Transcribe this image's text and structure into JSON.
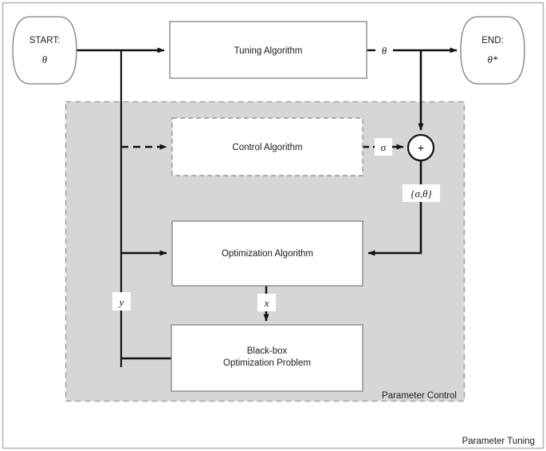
{
  "diagram": {
    "title_outer": "Parameter Tuning",
    "title_region": "Parameter Control",
    "nodes": {
      "start": {
        "line1": "START:",
        "line2": "θ"
      },
      "end": {
        "line1": "END:",
        "line2": "θ*"
      },
      "tuning": {
        "label": "Tuning Algorithm"
      },
      "control": {
        "label": "Control Algorithm"
      },
      "optimization": {
        "label": "Optimization Algorithm"
      },
      "blackbox": {
        "line1": "Black-box",
        "line2": "Optimization Problem"
      },
      "sum": {
        "operator": "+"
      }
    },
    "edge_labels": {
      "theta_out": "θ",
      "sigma": "σ",
      "sigma_theta": "{σ,θ}",
      "y": "y",
      "x": "x"
    },
    "colors": {
      "background": "#ffffff",
      "region_fill": "#d6d6d6",
      "region_border": "#999999",
      "box_fill": "#ffffff",
      "box_border": "#8c8c8c",
      "arrow": "#111111",
      "text": "#1a1a1a",
      "frame": "#b0b0b0"
    }
  }
}
